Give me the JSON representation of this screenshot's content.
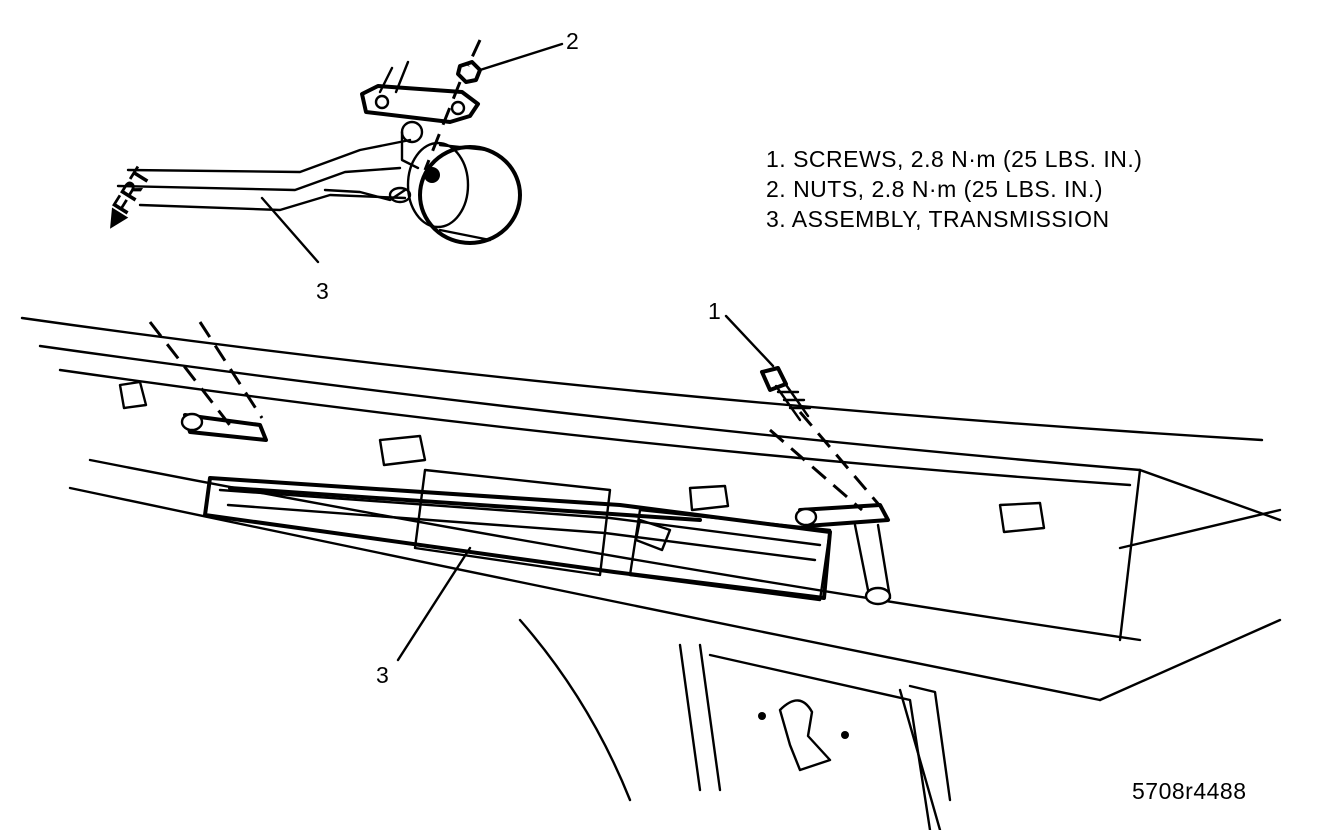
{
  "legend": {
    "items": [
      {
        "label": "1. SCREWS, 2.8 N·m (25 LBS. IN.)"
      },
      {
        "label": "2. NUTS, 2.8 N·m (25 LBS. IN.)"
      },
      {
        "label": "3. ASSEMBLY, TRANSMISSION"
      }
    ]
  },
  "callouts": {
    "top_nut": "2",
    "top_assembly": "3",
    "screw": "1",
    "bottom_assembly": "3"
  },
  "direction_label": "FRT",
  "figure_id": "5708r4488"
}
